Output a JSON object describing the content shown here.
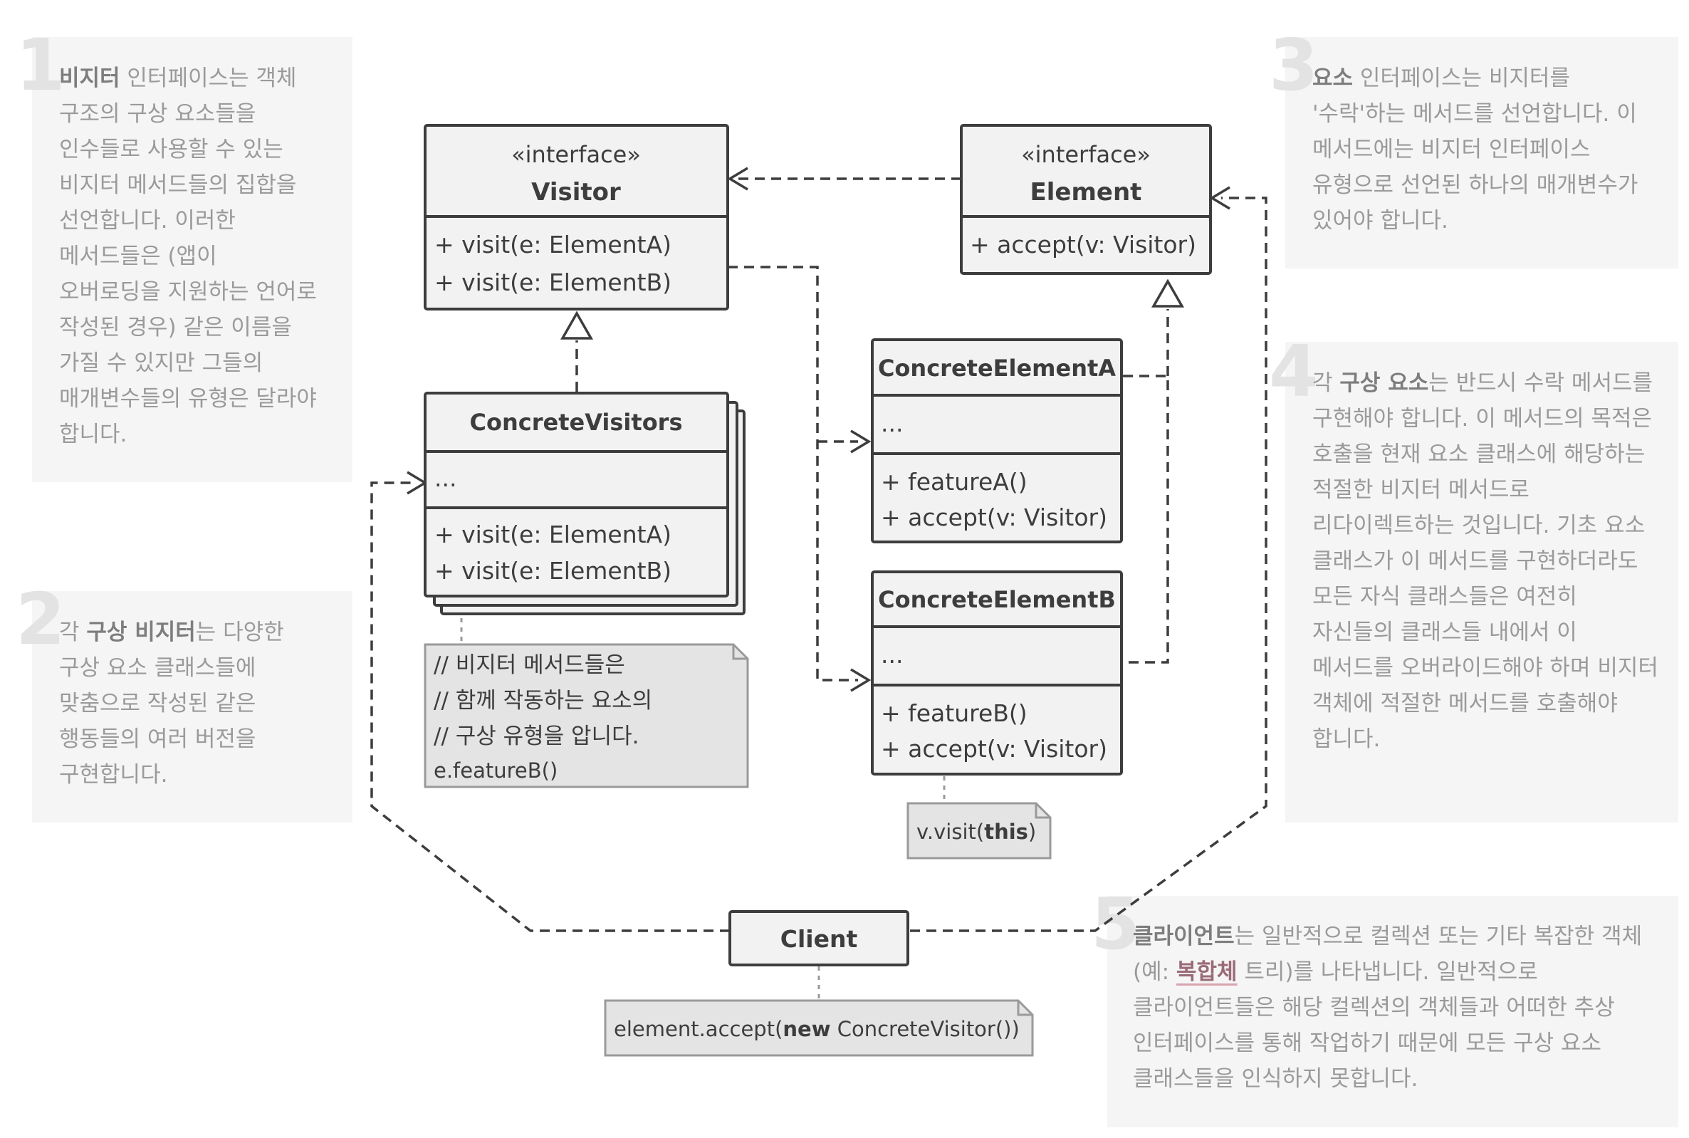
{
  "diagram": {
    "visitor": {
      "stereotype": "«interface»",
      "name": "Visitor",
      "methods": [
        "+ visit(e: ElementA)",
        "+ visit(e: ElementB)"
      ]
    },
    "element": {
      "stereotype": "«interface»",
      "name": "Element",
      "methods": [
        "+ accept(v: Visitor)"
      ]
    },
    "concrete_visitors": {
      "name": "ConcreteVisitors",
      "fields": "...",
      "methods": [
        "+ visit(e: ElementA)",
        "+ visit(e: ElementB)"
      ]
    },
    "concrete_element_a": {
      "name": "ConcreteElementA",
      "fields": "...",
      "methods": [
        "+ featureA()",
        "+ accept(v: Visitor)"
      ]
    },
    "concrete_element_b": {
      "name": "ConcreteElementB",
      "fields": "...",
      "methods": [
        "+ featureB()",
        "+ accept(v: Visitor)"
      ]
    },
    "client": {
      "name": "Client"
    },
    "note_visitor": {
      "lines": [
        "// 비지터 메서드들은",
        "// 함께 작동하는 요소의",
        "// 구상 유형을 압니다.",
        "e.featureB()"
      ]
    },
    "note_visit": {
      "prefix": "v.visit(",
      "bold": "this",
      "suffix": ")"
    },
    "note_client": {
      "prefix": "element.accept(",
      "bold": "new",
      "suffix": " ConcreteVisitor())"
    }
  },
  "annotations": [
    {
      "number": "1",
      "segments": [
        {
          "text": "비지터",
          "style": "bold"
        },
        {
          "text": " 인터페이스는 객체 구조의 구상 요소들을 인수들로 사용할 수 있는 비지터 메서드들의 집합을 선언합니다. 이러한 메서드들은 (앱이 오버로딩을 지원하는 언어로 작성된 경우) 같은 이름을 가질 수 있지만 그들의 매개변수들의 유형은 달라야 합니다.",
          "style": "normal"
        }
      ]
    },
    {
      "number": "2",
      "segments": [
        {
          "text": "각 ",
          "style": "normal"
        },
        {
          "text": "구상 비지터",
          "style": "bold"
        },
        {
          "text": "는 다양한 구상 요소 클래스들에 맞춤으로 작성된 같은 행동들의 여러 버전을 구현합니다.",
          "style": "normal"
        }
      ]
    },
    {
      "number": "3",
      "segments": [
        {
          "text": "요소",
          "style": "bold"
        },
        {
          "text": " 인터페이스는 비지터를 '수락'하는 메서드를 선언합니다. 이 메서드에는 비지터 인터페이스 유형으로 선언된 하나의 매개변수가 있어야 합니다.",
          "style": "normal"
        }
      ]
    },
    {
      "number": "4",
      "segments": [
        {
          "text": "각 ",
          "style": "normal"
        },
        {
          "text": "구상 요소",
          "style": "bold"
        },
        {
          "text": "는 반드시 수락 메서드를 구현해야 합니다. 이 메서드의 목적은 호출을 현재 요소 클래스에 해당하는 적절한 비지터 메서드로 리다이렉트하는 것입니다. 기초 요소 클래스가 이 메서드를 구현하더라도 모든 자식 클래스들은 여전히 자신들의 클래스들 내에서 이 메서드를 오버라이드해야 하며 비지터 객체에 적절한 메서드를 호출해야 합니다.",
          "style": "normal"
        }
      ]
    },
    {
      "number": "5",
      "segments": [
        {
          "text": "클라이언트",
          "style": "bold"
        },
        {
          "text": "는 일반적으로 컬렉션 또는 기타 복잡한 객체(예: ",
          "style": "normal"
        },
        {
          "text": "복합체",
          "style": "link"
        },
        {
          "text": " 트리)를 나타냅니다. 일반적으로 클라이언트들은 해당 컬렉션의 객체들과 어떠한 추상 인터페이스를 통해 작업하기 때문에 모든 구상 요소 클래스들을 인식하지 못합니다.",
          "style": "normal"
        }
      ]
    }
  ],
  "colors": {
    "box_fill": "#f2f2f2",
    "box_stroke": "#3d3d3d",
    "note_fill": "#e4e4e4",
    "annotation_bg": "#f5f5f5",
    "annotation_text": "#9a9a9a",
    "link_underline": "#d9a3b0"
  }
}
